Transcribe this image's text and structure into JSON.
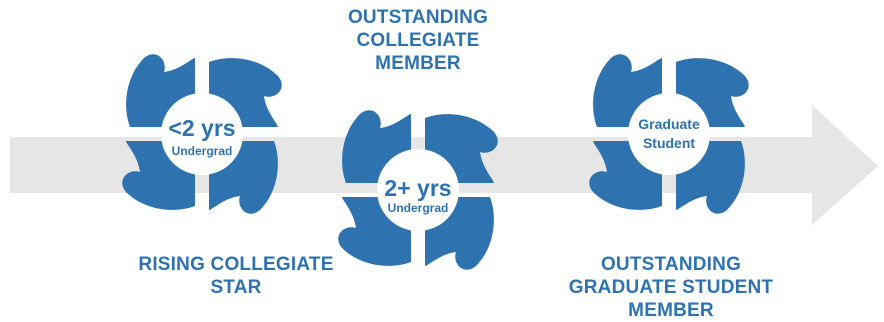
{
  "colors": {
    "primary_blue": "#2e73b0",
    "arrow_gray": "#e6e6e6",
    "center_white": "#ffffff"
  },
  "stages": [
    {
      "main_text": "<2 yrs",
      "sub_text": "Undergrad",
      "award_lines": [
        "RISING COLLEGIATE",
        "STAR"
      ]
    },
    {
      "main_text": "2+ yrs",
      "sub_text": "Undergrad",
      "award_lines": [
        "OUTSTANDING",
        "COLLEGIATE",
        "MEMBER"
      ]
    },
    {
      "main_text": "Graduate",
      "sub_text": "Student",
      "award_lines": [
        "OUTSTANDING",
        "GRADUATE STUDENT",
        "MEMBER"
      ]
    }
  ]
}
